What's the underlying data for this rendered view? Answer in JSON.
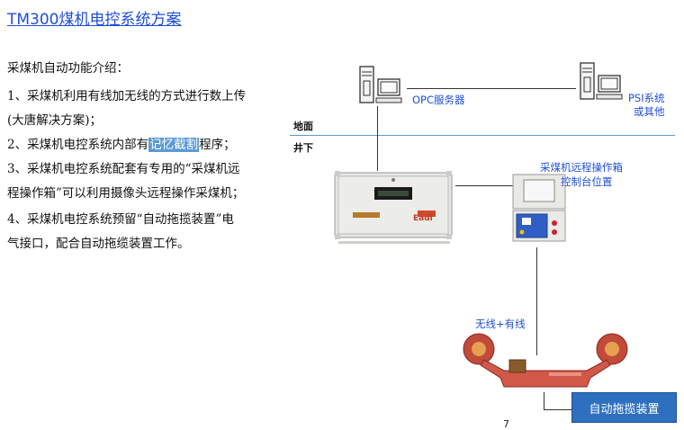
{
  "title": "TM300煤机电控系统方案",
  "intro": {
    "heading": "采煤机自动功能介绍：",
    "line1": "1、采煤机利用有线加无线的方式进行数上传",
    "line2": "(大唐解决方案)；",
    "line3_pre": "2、采煤机电控系统内部有",
    "line3_hl": "记忆截割",
    "line3_post": "程序；",
    "line4": "3、采煤机电控系统配套有专用的“采煤机远",
    "line5": "程操作箱”可以利用摄像头远程操作采煤机；",
    "line6": "4、采煤机电控系统预留“自动拖揽装置”电",
    "line7": "气接口，配合自动拖缆装置工作。"
  },
  "diagram": {
    "opc_label": "OPC服务器",
    "psi_label_1": "PSI系统",
    "psi_label_2": "或其他",
    "ground_label": "地面",
    "underground_label": "井下",
    "remote_box_label_1": "采煤机远程操作箱",
    "remote_box_label_2": "控制台位置",
    "link_label": "无线+有线",
    "auto_device_label": "自动拖揽装置",
    "controller_plate": "Eadi",
    "page_number": "7"
  },
  "colors": {
    "title": "#1f4ed8",
    "highlight": "#5b9bd5",
    "line": "#5a9ad6",
    "box": "#2f6fbf"
  }
}
